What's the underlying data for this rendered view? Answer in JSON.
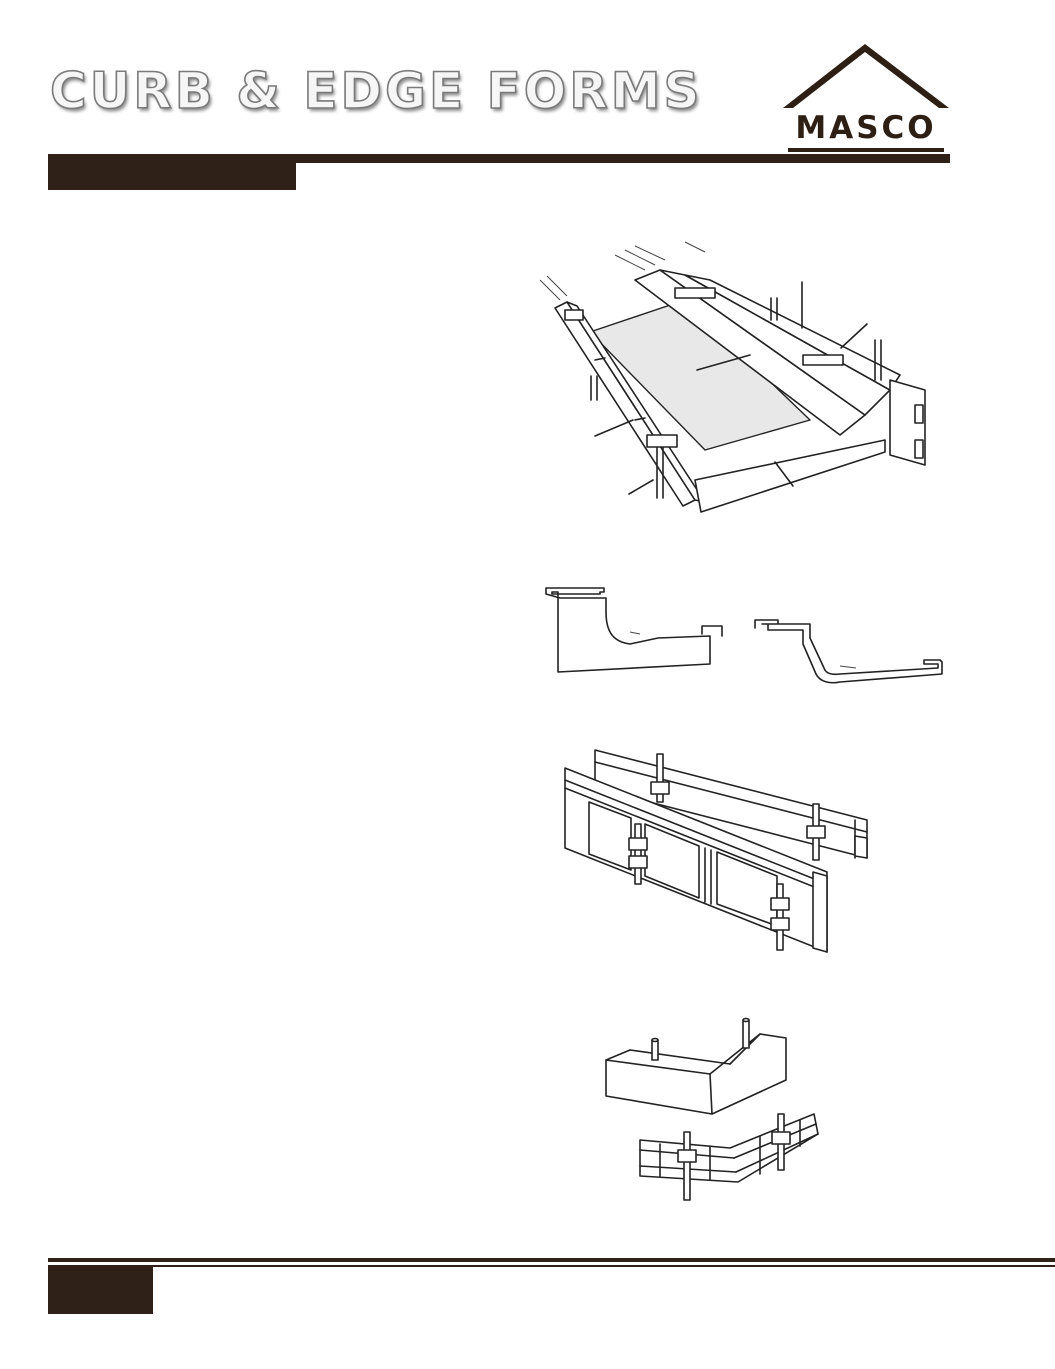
{
  "header": {
    "title": "CURB & EDGE FORMS",
    "brand": "MASCO",
    "accent_color": "#2f2117"
  },
  "figures": [
    {
      "name": "curb-gutter-form-assembly"
    },
    {
      "name": "curb-profiles"
    },
    {
      "name": "steel-edge-forms"
    },
    {
      "name": "corner-curb-forms"
    }
  ]
}
